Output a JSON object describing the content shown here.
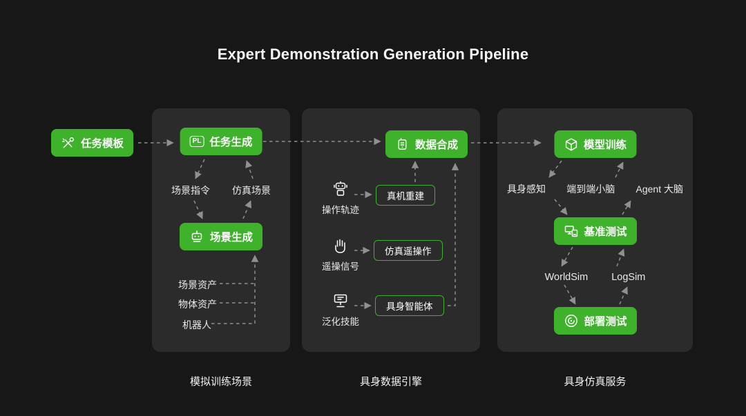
{
  "title": "Expert Demonstration Generation Pipeline",
  "colors": {
    "background": "#171717",
    "panel": "#2b2b2b",
    "green": "#3eb22b",
    "text": "#e9e9e9",
    "arrow": "#909090"
  },
  "start_node": {
    "label": "任务模板"
  },
  "panel1": {
    "caption": "模拟训练场景",
    "task_generation": "任务生成",
    "pl_badge": "PL",
    "scene_instruction": "场景指令",
    "sim_scene": "仿真场景",
    "scene_generation": "场景生成",
    "assets": [
      "场景资产",
      "物体资产",
      "机器人"
    ]
  },
  "panel2": {
    "caption": "具身数据引擎",
    "data_synthesis": "数据合成",
    "rows": [
      {
        "source": "操作轨迹",
        "target": "真机重建"
      },
      {
        "source": "遥操信号",
        "target": "仿真遥操作"
      },
      {
        "source": "泛化技能",
        "target": "具身智能体"
      }
    ]
  },
  "panel3": {
    "caption": "具身仿真服务",
    "model_training": "模型训练",
    "brain_labels": [
      "具身感知",
      "端到端小脑",
      "Agent 大脑"
    ],
    "benchmark": "基准测试",
    "sim_labels": [
      "WorldSim",
      "LogSim"
    ],
    "deployment": "部署测试"
  }
}
